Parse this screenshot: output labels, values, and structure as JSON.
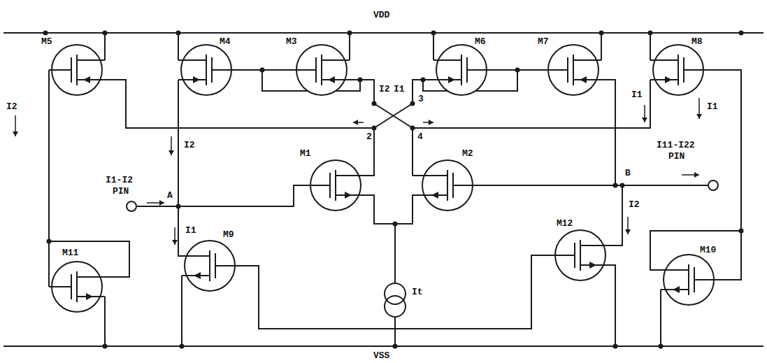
{
  "diagram": {
    "labels": [
      "VDD",
      "M5",
      "M4",
      "M3",
      "M6",
      "M7",
      "M8",
      "I2",
      "I2",
      "I2",
      "I1",
      "3",
      "2",
      "4",
      "I1",
      "I1",
      "M1",
      "M2",
      "I1-I2",
      "PIN",
      "A",
      "I11-I22",
      "PIN",
      "B",
      "I1",
      "M9",
      "M12",
      "I2",
      "M11",
      "M10",
      "It",
      "VSS"
    ]
  }
}
